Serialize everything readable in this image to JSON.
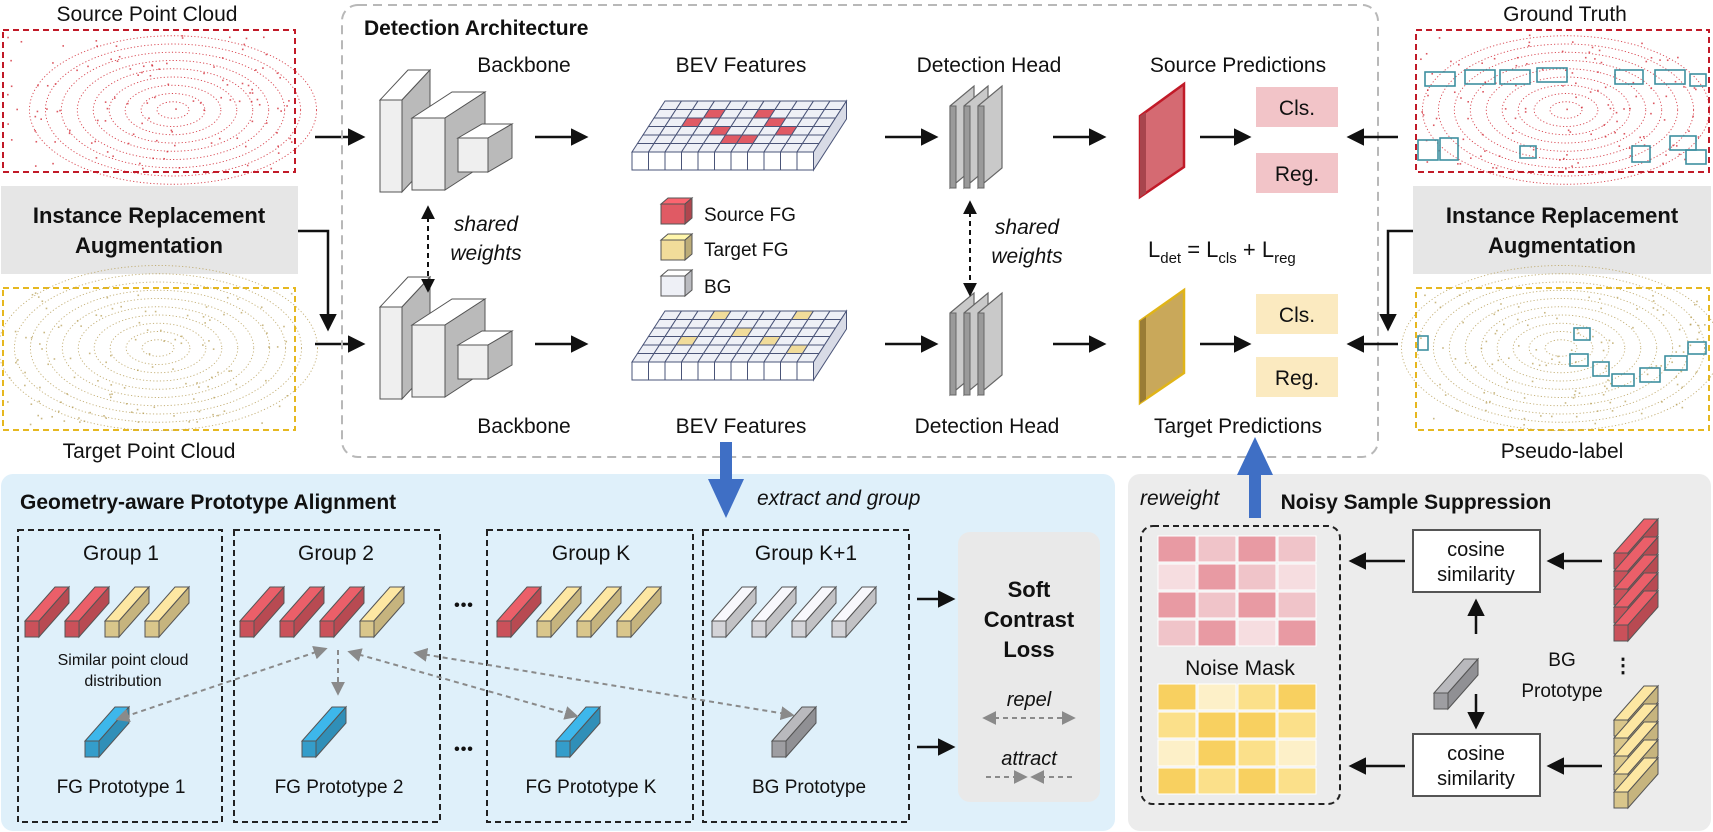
{
  "top": {
    "source_point_cloud": "Source Point Cloud",
    "target_point_cloud": "Target Point Cloud",
    "ground_truth": "Ground Truth",
    "pseudo_label": "Pseudo-label",
    "ira_left": [
      "Instance Replacement",
      "Augmentation"
    ],
    "ira_right": [
      "Instance Replacement",
      "Augmentation"
    ]
  },
  "detection": {
    "title": "Detection Architecture",
    "backbone_top": "Backbone",
    "backbone_bottom": "Backbone",
    "bev_top": "BEV Features",
    "bev_bottom": "BEV Features",
    "head_top": "Detection Head",
    "head_bottom": "Detection Head",
    "source_predictions": "Source Predictions",
    "target_predictions": "Target Predictions",
    "shared_weights_1": [
      "shared",
      "weights"
    ],
    "shared_weights_2": [
      "shared",
      "weights"
    ],
    "legend": [
      "Source FG",
      "Target FG",
      "BG"
    ],
    "cls": "Cls.",
    "reg": "Reg.",
    "loss": {
      "L": "L",
      "det": "det",
      "eq": " = L",
      "cls": "cls",
      "plus": " + L",
      "reg": "reg"
    }
  },
  "gpa": {
    "title": "Geometry-aware Prototype Alignment",
    "extract": "extract and group",
    "groups": [
      "Group 1",
      "Group 2",
      "Group K",
      "Group K+1"
    ],
    "dots": "•••",
    "similar": [
      "Similar point cloud",
      "distribution"
    ],
    "prototypes": [
      "FG Prototype 1",
      "FG Prototype 2",
      "FG Prototype K",
      "BG Prototype"
    ],
    "soft_contrast": [
      "Soft",
      "Contrast",
      "Loss"
    ],
    "repel": "repel",
    "attract": "attract"
  },
  "nss": {
    "title": "Noisy Sample Suppression",
    "reweight": "reweight",
    "noise_mask": "Noise Mask",
    "cosine": [
      "cosine",
      "similarity"
    ],
    "bg_prototype": [
      "BG",
      "Prototype"
    ]
  },
  "colors": {
    "source_red": "#e05a64",
    "target_yellow": "#f1dc9a",
    "fg_blue": "#3aaee0",
    "bg_gray": "#b0b0b4",
    "panel_blue": "#dff0fa",
    "panel_gray": "#ececec",
    "arrow_blue": "#3f6fc5"
  }
}
